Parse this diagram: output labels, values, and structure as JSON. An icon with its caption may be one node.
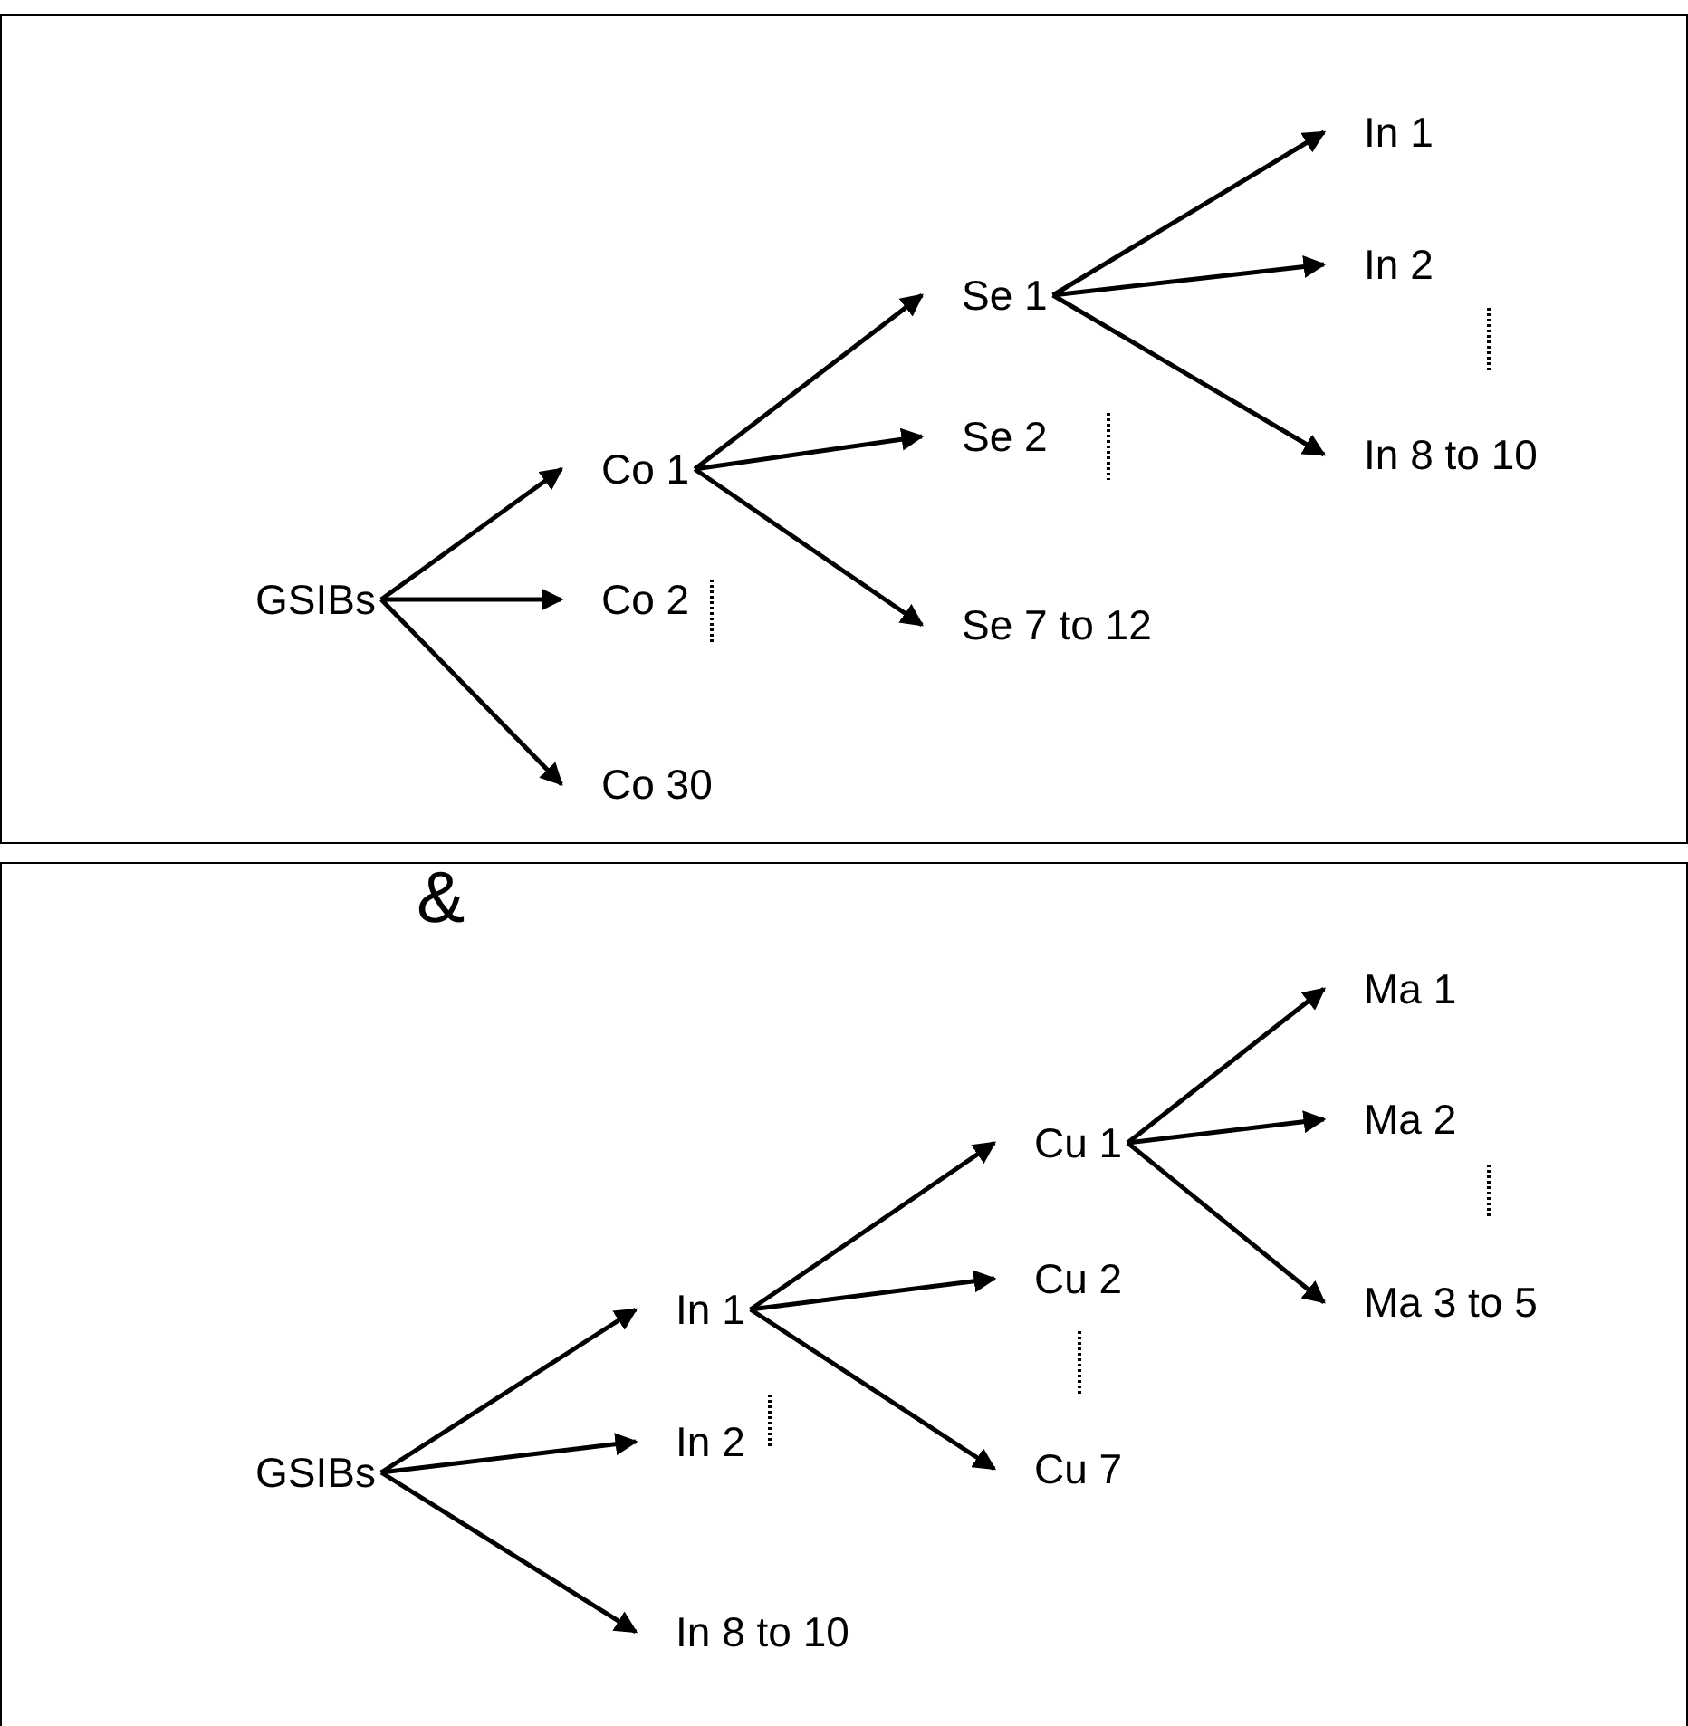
{
  "diagram": {
    "nodes": [
      {
        "text": [],
        "shape": "box"
      },
      {
        "text": [
          "GSIBs"
        ],
        "in": 0
      },
      {
        "text": [
          "Co 1"
        ],
        "in": 0
      },
      {
        "text": [
          "Co 2"
        ],
        "in": 0
      },
      {
        "text": [
          "Co 30"
        ],
        "in": 0
      },
      {
        "text": [
          "Se 1"
        ],
        "in": 0
      },
      {
        "text": [
          "Se 2"
        ],
        "in": 0
      },
      {
        "text": [
          "Se 7 to 12"
        ],
        "in": 0
      },
      {
        "text": [
          "In 1"
        ],
        "in": 0
      },
      {
        "text": [
          "In 2"
        ],
        "in": 0
      },
      {
        "text": [
          "In 8 to 10"
        ],
        "in": 0
      },
      {
        "text": [],
        "shape": "box"
      },
      {
        "text": [
          "GSIBs"
        ],
        "in": 11
      },
      {
        "text": [
          "In 1"
        ],
        "in": 11
      },
      {
        "text": [
          "In 2"
        ],
        "in": 11
      },
      {
        "text": [
          "In 8 to 10"
        ],
        "in": 11
      },
      {
        "text": [
          "Cu 1"
        ],
        "in": 11
      },
      {
        "text": [
          "Cu 2"
        ],
        "in": 11
      },
      {
        "text": [
          "Cu 7"
        ],
        "in": 11
      },
      {
        "text": [
          "Ma 1"
        ],
        "in": 11
      },
      {
        "text": [
          "Ma 2"
        ],
        "in": 11
      },
      {
        "text": [
          "Ma 3 to 5"
        ],
        "in": 11
      }
    ],
    "edges": [
      {
        "from": 1,
        "to": 2,
        "arrow": "to"
      },
      {
        "from": 1,
        "to": 3,
        "arrow": "to"
      },
      {
        "from": 1,
        "to": 4,
        "arrow": "to"
      },
      {
        "from": 2,
        "to": 5,
        "arrow": "to"
      },
      {
        "from": 2,
        "to": 6,
        "arrow": "to"
      },
      {
        "from": 2,
        "to": 7,
        "arrow": "to"
      },
      {
        "from": 5,
        "to": 8,
        "arrow": "to"
      },
      {
        "from": 5,
        "to": 9,
        "arrow": "to"
      },
      {
        "from": 5,
        "to": 10,
        "arrow": "to"
      },
      {
        "from": 12,
        "to": 13,
        "arrow": "to"
      },
      {
        "from": 12,
        "to": 14,
        "arrow": "to"
      },
      {
        "from": 12,
        "to": 15,
        "arrow": "to"
      },
      {
        "from": 13,
        "to": 16,
        "arrow": "to"
      },
      {
        "from": 13,
        "to": 17,
        "arrow": "to"
      },
      {
        "from": 13,
        "to": 18,
        "arrow": "to"
      },
      {
        "from": 16,
        "to": 19,
        "arrow": "to"
      },
      {
        "from": 16,
        "to": 20,
        "arrow": "to"
      },
      {
        "from": 16,
        "to": 21,
        "arrow": "to"
      }
    ],
    "labels": [
      "&"
    ]
  }
}
